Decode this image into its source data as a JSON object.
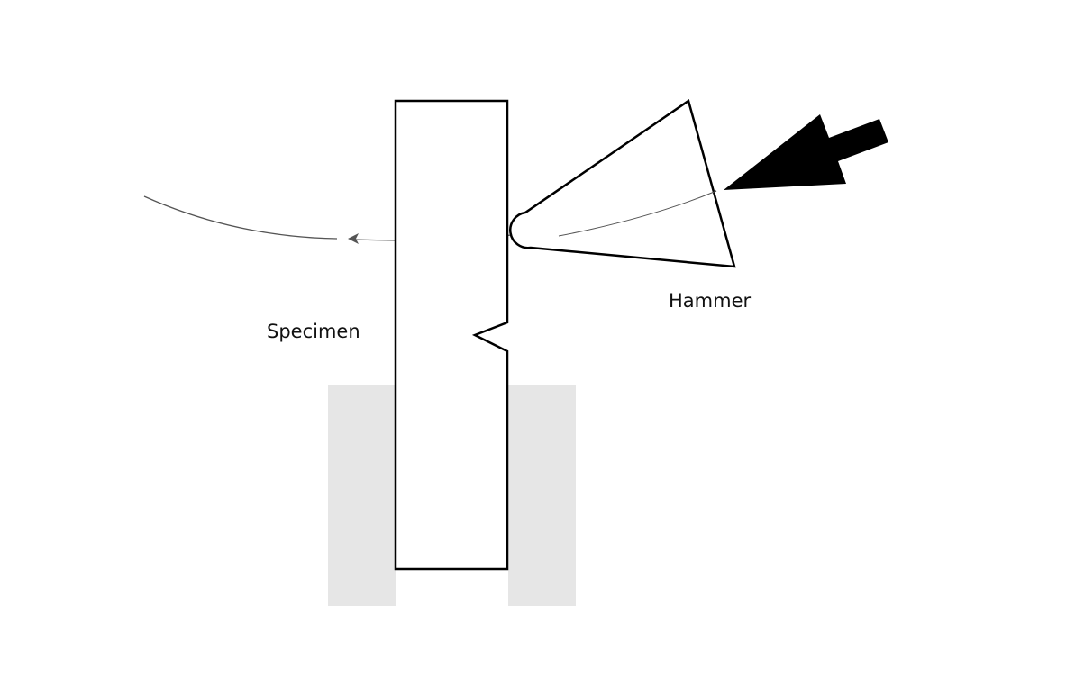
{
  "labels": {
    "specimen": "Specimen",
    "hammer": "Hammer"
  },
  "colors": {
    "outline": "#000000",
    "support": "#e6e6e6",
    "trajectory": "#555555",
    "background": "#ffffff"
  },
  "icons": {
    "impact_arrow": "impact-direction-arrow",
    "trajectory_arrowhead": "arrowhead"
  }
}
